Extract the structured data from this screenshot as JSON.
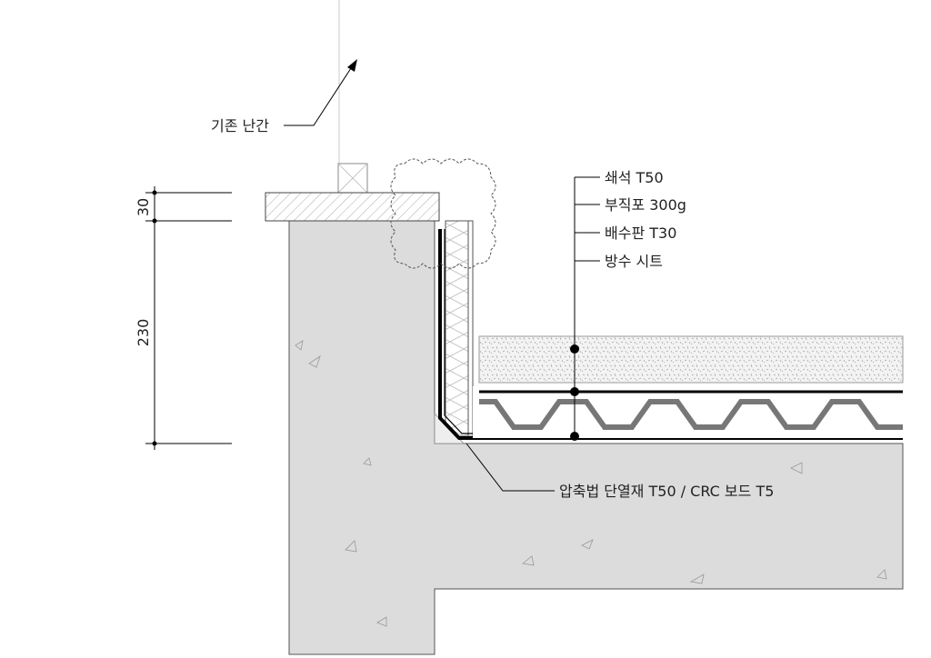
{
  "labels": {
    "railing": "기존 난간",
    "layers": [
      "쇄석 T50",
      "부직포 300g",
      "배수판 T30",
      "방수 시트"
    ],
    "insulation": "압축법 단열재 T50 / CRC 보드 T5"
  },
  "dimensions": {
    "coping": "30",
    "parapet": "230"
  },
  "colors": {
    "concrete": "#dcdcdc",
    "drainage_board": "#777777",
    "line": "#000000"
  }
}
